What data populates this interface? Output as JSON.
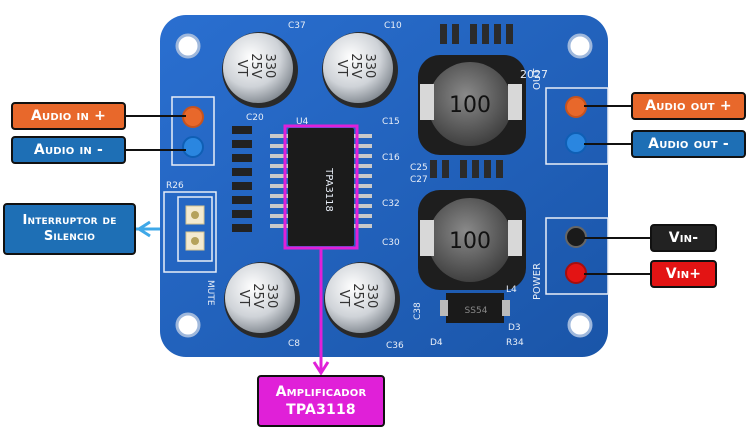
{
  "labels": {
    "audio_in_pos": "Audio in +",
    "audio_in_neg": "Audio in -",
    "mute_switch_line1": "Interruptor de",
    "mute_switch_line2": "Silencio",
    "audio_out_pos": "Audio out +",
    "audio_out_neg": "Audio out -",
    "vin_neg": "Vin-",
    "vin_pos": "Vin+",
    "amplifier_line1": "Amplificador",
    "amplifier_line2": "TPA3118"
  },
  "board": {
    "capacitor_value": "330",
    "capacitor_voltage": "25V",
    "capacitor_series": "VT",
    "inductor_value": "100",
    "chip_marking": "TPA3118",
    "chip_ref": "U4",
    "inductor_ref_bottom": "L4",
    "diode_marking": "SS54",
    "year_mark": "2027",
    "silk_out": "OUT",
    "silk_power": "POWER",
    "silk_mute": "MUTE",
    "silk_r26": "R26",
    "silk_c37": "C37",
    "silk_c10": "C10",
    "silk_c8": "C8",
    "silk_c36": "C36",
    "silk_c38": "C38",
    "silk_d3": "D3",
    "silk_d4": "D4",
    "silk_r34": "R34",
    "silk_c15": "C15",
    "silk_c16": "C16",
    "silk_c32": "C32",
    "silk_c30": "C30",
    "silk_c20": "C20",
    "silk_c25": "C25",
    "silk_c27": "C27"
  },
  "colors": {
    "board_blue": "#1c5fbf",
    "audio_orange": "#e8682b",
    "audio_blue": "#1e6fb5",
    "vin_black": "#222222",
    "vin_red": "#e31414",
    "amp_magenta": "#e020d8"
  }
}
